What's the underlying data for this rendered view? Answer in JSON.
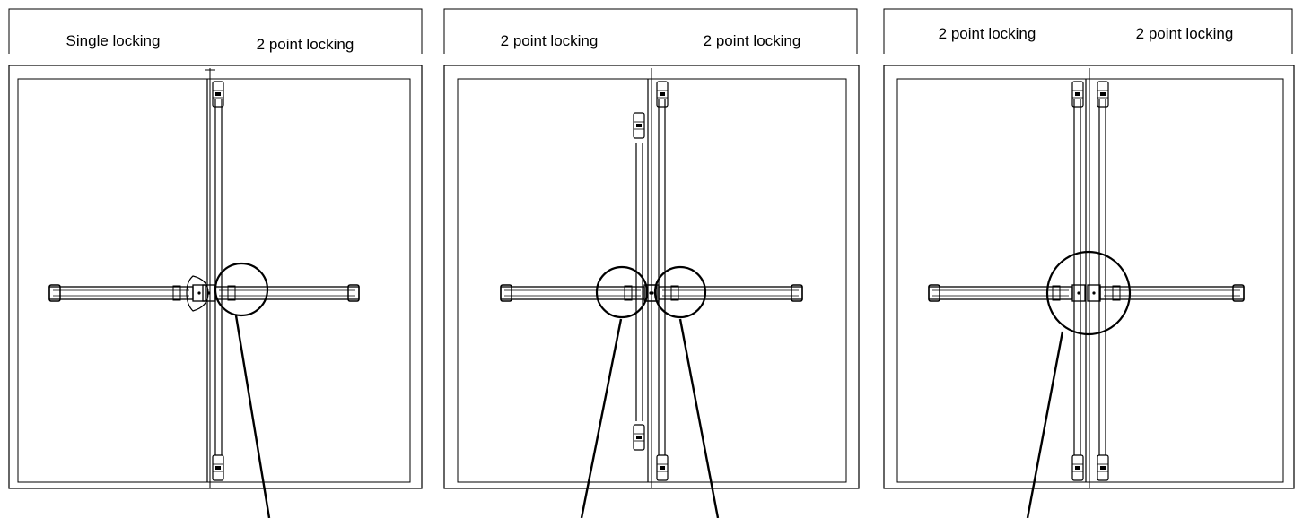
{
  "panels": [
    {
      "label_left": "Single locking",
      "label_right": "2 point locking",
      "left_door": "single-locking-panic-bar",
      "right_door": "2-point-locking-panic-bar"
    },
    {
      "label_left": "2 point locking",
      "label_right": "2 point locking",
      "left_door": "2-point-locking-panic-bar",
      "right_door": "2-point-locking-panic-bar"
    },
    {
      "label_left": "2 point locking",
      "label_right": "2 point locking",
      "left_door": "2-point-locking-panic-bar",
      "right_door": "2-point-locking-panic-bar"
    }
  ],
  "colors": {
    "line": "#000000",
    "background": "#ffffff"
  }
}
